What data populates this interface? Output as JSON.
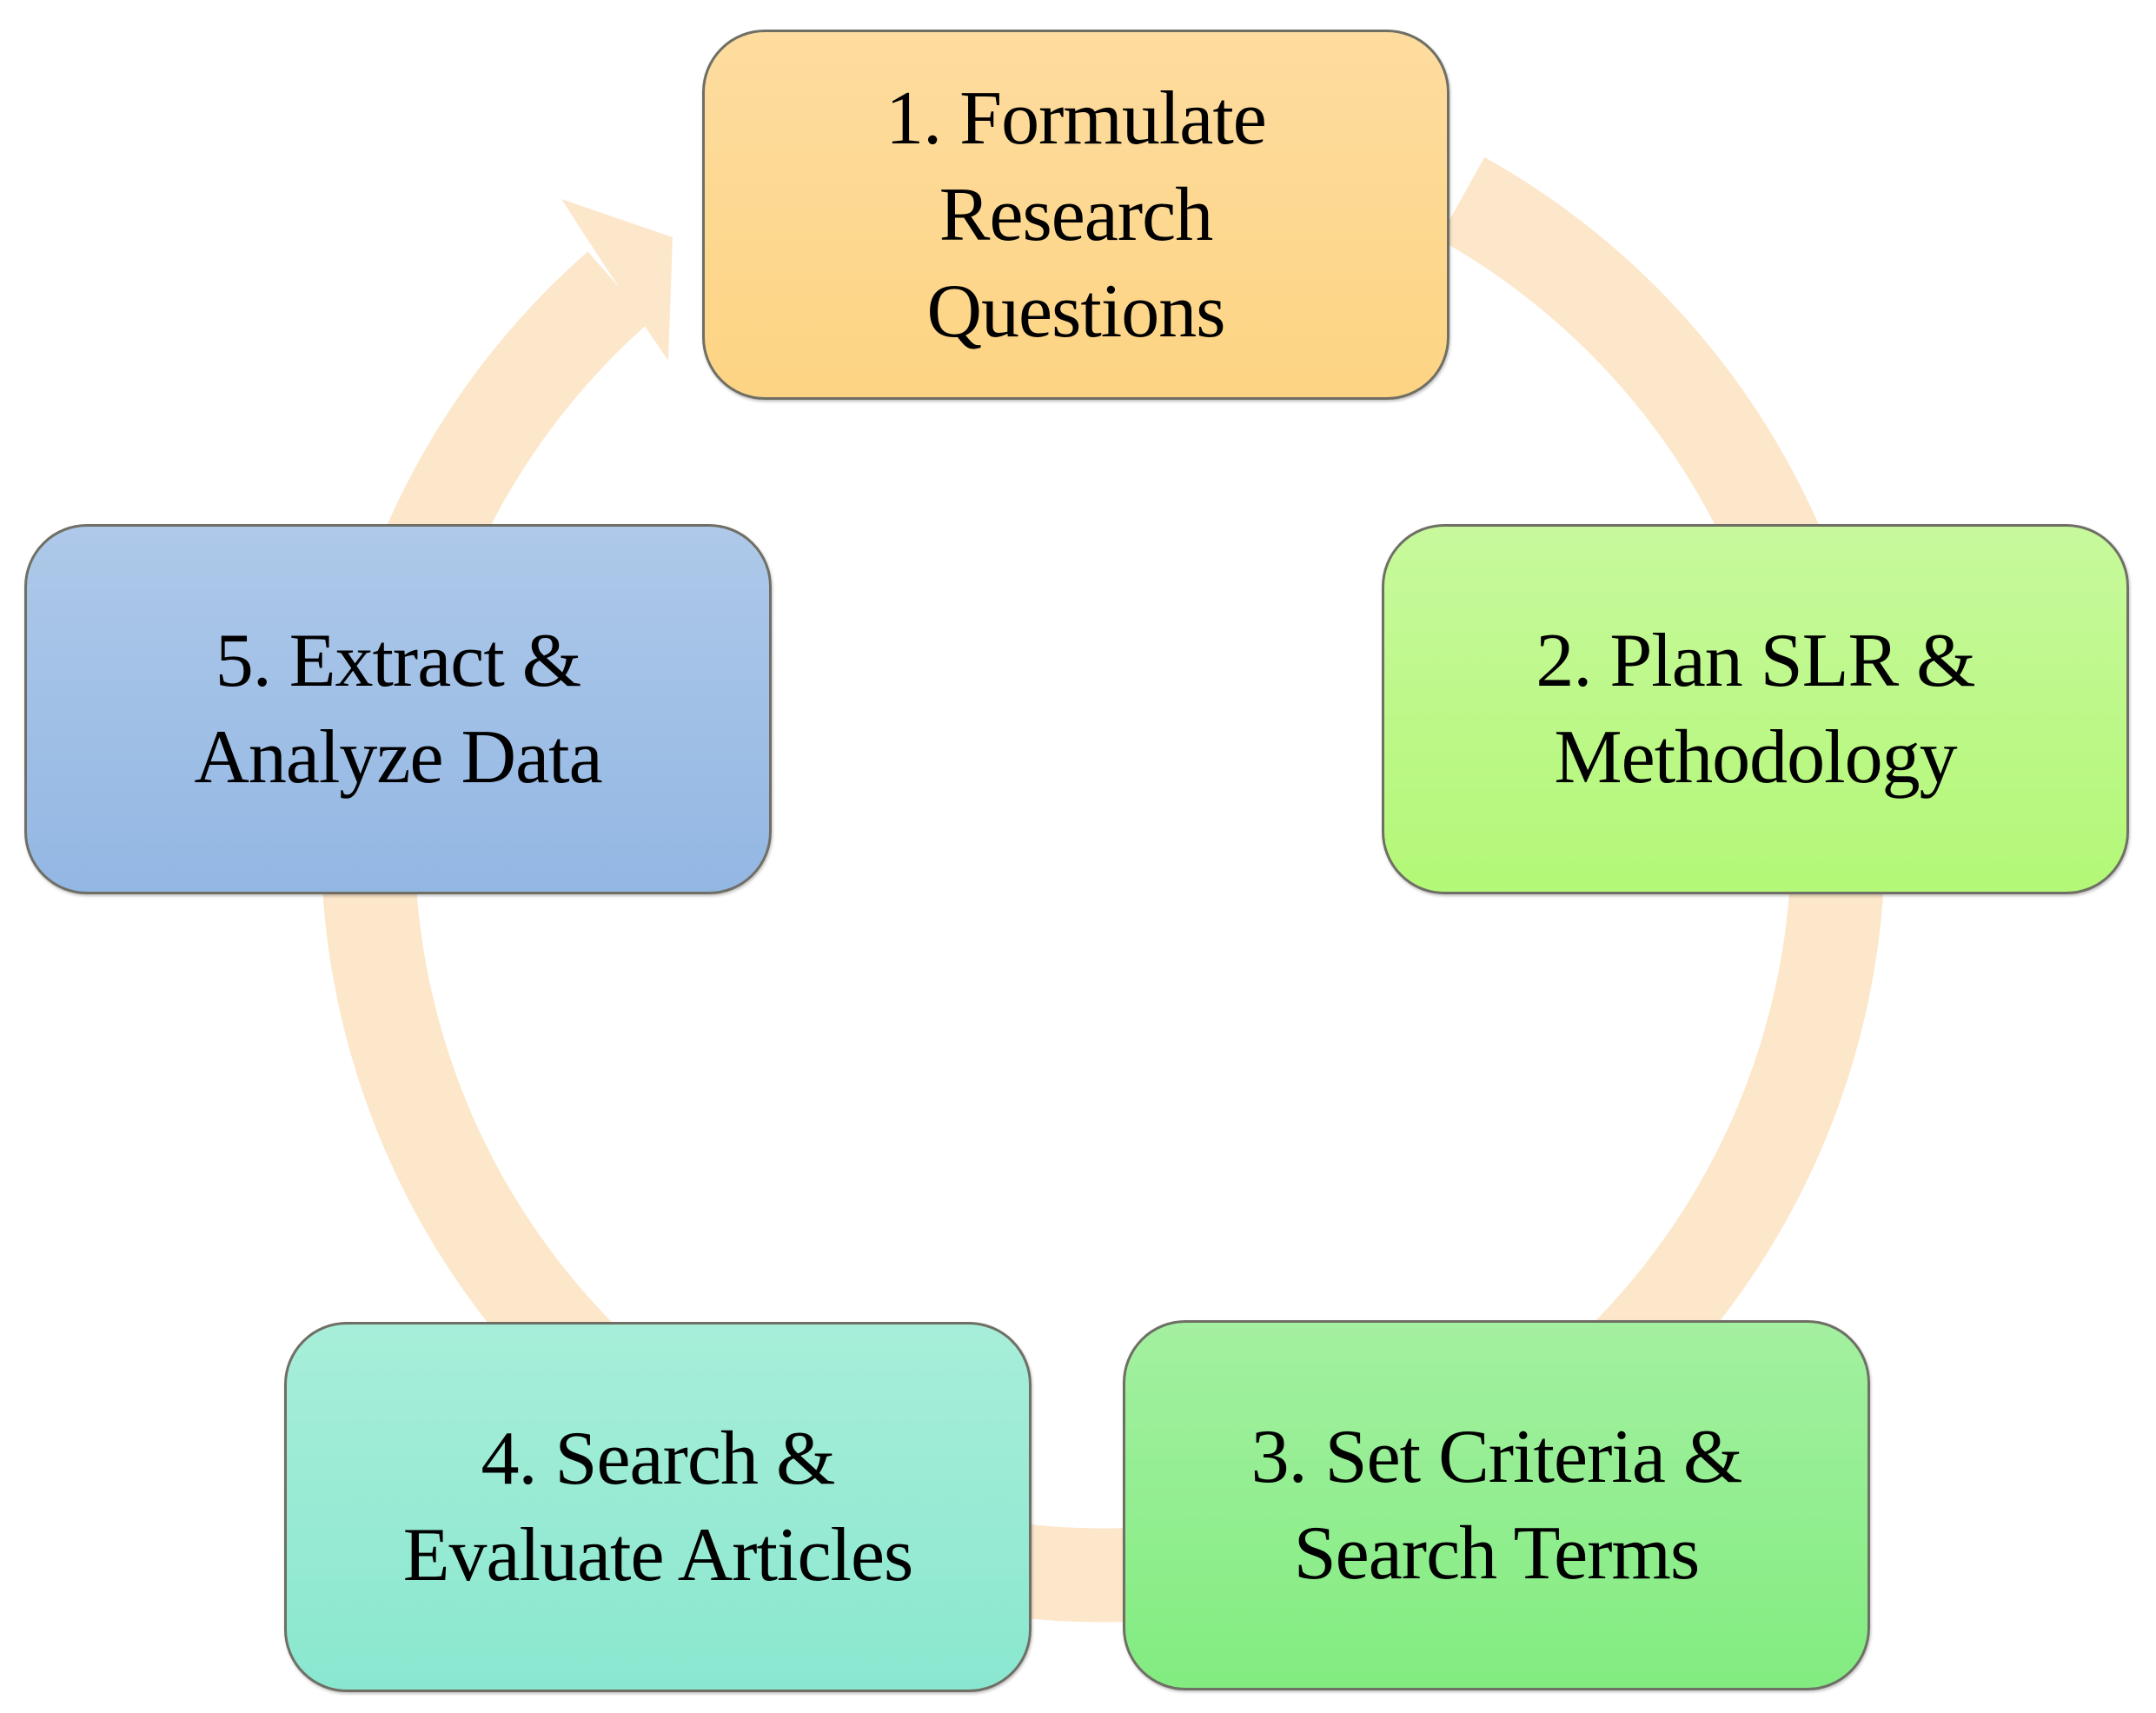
{
  "diagram": {
    "type": "cycle",
    "ring_color": "#fde7cb",
    "steps": [
      {
        "number": 1,
        "label": "1. Formulate\nResearch\nQuestions",
        "color": "#fdd88f"
      },
      {
        "number": 2,
        "label": "2. Plan SLR &\nMethodology",
        "color": "#bdf889"
      },
      {
        "number": 3,
        "label": "3. Set Criteria &\nSearch Terms",
        "color": "#92ee90"
      },
      {
        "number": 4,
        "label": "4. Search &\nEvaluate Articles",
        "color": "#98ead4"
      },
      {
        "number": 5,
        "label": "5. Extract &\nAnalyze Data",
        "color": "#a0c0e6"
      }
    ],
    "flow": "clockwise, 5 returns to 1"
  }
}
